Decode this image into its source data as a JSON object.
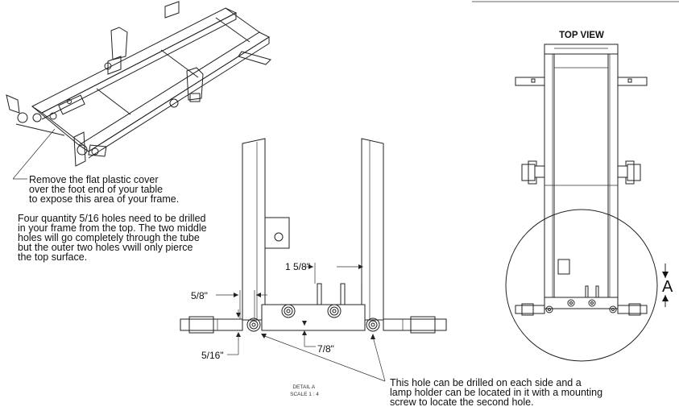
{
  "top_view": {
    "title": "TOP VIEW",
    "marker": "A"
  },
  "notes": {
    "cover_lines": [
      "Remove the flat plastic cover",
      "over the foot end of your table",
      " to expose this area of your frame."
    ],
    "holes_lines": [
      "Four quantity 5/16 holes need to be drilled",
      "in your frame from the top.  The two middle",
      "holes will go completely through the tube",
      "but the outer two holes vwill only pierce",
      " the top surface."
    ],
    "hole_side_lines": [
      "This hole can be drilled on each side and a",
      " lamp holder can be located in it with a mounting",
      "screw to locate the second hole."
    ]
  },
  "dimensions": {
    "five_eighths": "5/8\"",
    "one_five_eighths": "1 5/8\"",
    "five_sixteenths": "5/16\"",
    "seven_eighths": "7/8\""
  },
  "detail": {
    "name": "DETAIL A",
    "scale": "SCALE 1 : 4"
  }
}
